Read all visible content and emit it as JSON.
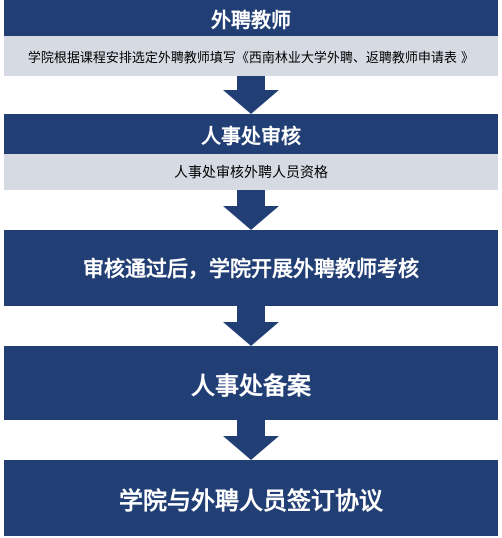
{
  "steps": [
    {
      "title": "外聘教师",
      "detail": "学院根据课程安排选定外聘教师填写《西南林业大学外聘、返聘教师申请表 》"
    },
    {
      "title": "人事处审核",
      "detail": "人事处审核外聘人员资格"
    },
    {
      "title": "审核通过后，学院开展外聘教师考核"
    },
    {
      "title": "人事处备案"
    },
    {
      "title": "学院与外聘人员签订协议"
    }
  ],
  "colors": {
    "box_fill": "#223f75",
    "detail_fill": "#d6dae3",
    "arrow_fill": "#223f75"
  }
}
